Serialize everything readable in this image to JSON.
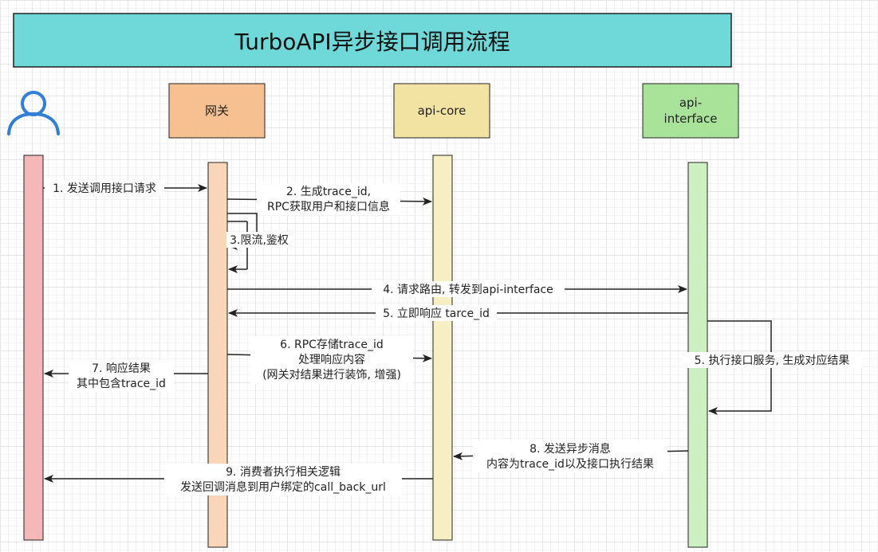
{
  "title": "TurboAPI异步接口调用流程",
  "colors": {
    "title_bg": "#6fd8d8",
    "gateway": "#f6c090",
    "gateway_bar": "#fad6b8",
    "core": "#f3e3a3",
    "core_bar": "#f8eec3",
    "iface": "#a9e39a",
    "iface_bar": "#ccf0c2",
    "user_bar": "#f4b8b8",
    "user_icon": "#2f7fd6"
  },
  "participants": {
    "user": {
      "icon": "user-icon"
    },
    "gateway": {
      "label": "网关"
    },
    "core": {
      "label": "api-core"
    },
    "iface": {
      "label_1": "api-",
      "label_2": "interface"
    }
  },
  "messages": {
    "m1": "1. 发送调用接口请求",
    "m2_1": "2. 生成trace_id,",
    "m2_2": "RPC获取用户和接口信息",
    "m3": "3.限流,鉴权",
    "m4": "4. 请求路由, 转发到api-interface",
    "m5a": "5. 立即响应 tarce_id",
    "m5b": "5. 执行接口服务, 生成对应结果",
    "m6_1": "6. RPC存储trace_id",
    "m6_2": "处理响应内容",
    "m6_3": "(网关对结果进行装饰, 增强)",
    "m7_1": "7. 响应结果",
    "m7_2": "其中包含trace_id",
    "m8_1": "8. 发送异步消息",
    "m8_2": "内容为trace_id以及接口执行结果",
    "m9_1": "9. 消费者执行相关逻辑",
    "m9_2": "发送回调消息到用户绑定的call_back_url"
  }
}
